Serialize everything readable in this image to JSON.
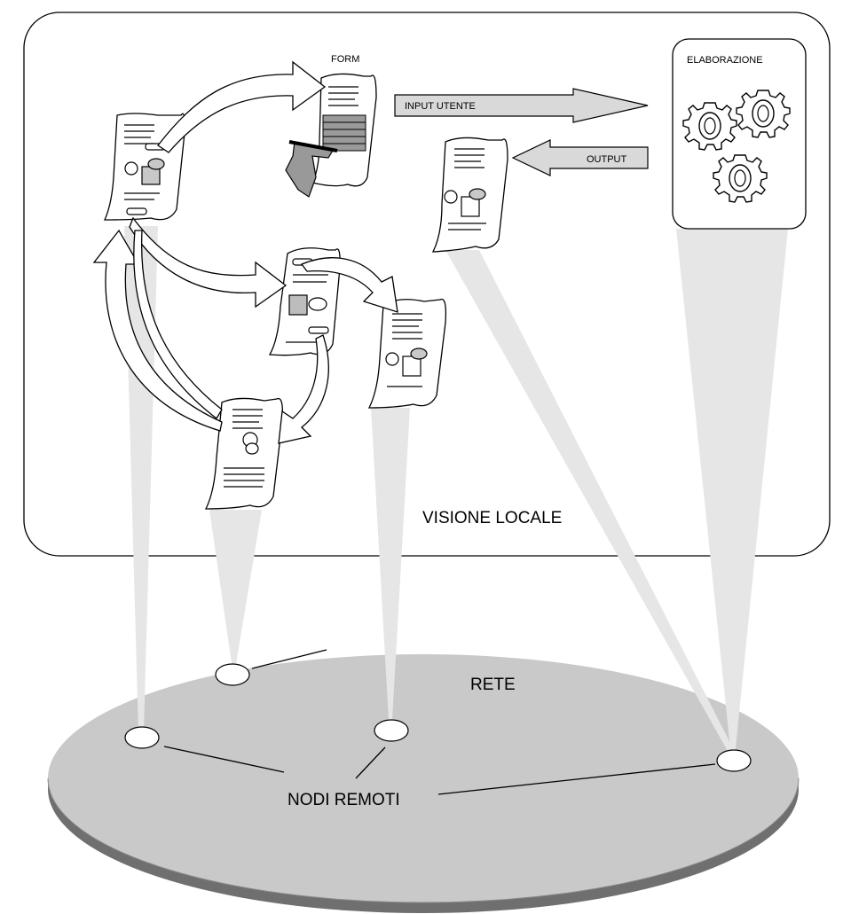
{
  "labels": {
    "form": "FORM",
    "elaborazione": "ELABORAZIONE",
    "input_utente": "INPUT UTENTE",
    "output": "OUTPUT",
    "visione_locale": "VISIONE LOCALE",
    "nodi_remoti": "NODI REMOTI",
    "rete": "RETE"
  },
  "colors": {
    "background": "#47505a",
    "panel": "#ffffff",
    "network_disc": "#c9c9c9",
    "disc_shadow": "#6f6f6f",
    "projection_beam": "#e6e6e6",
    "form_fill": "#9a9a9a",
    "arrow_fill": "#d9d9d9"
  },
  "icons": [
    "document-icon",
    "gear-icon",
    "hand-icon",
    "remote-node-icon",
    "curved-arrow-icon"
  ]
}
